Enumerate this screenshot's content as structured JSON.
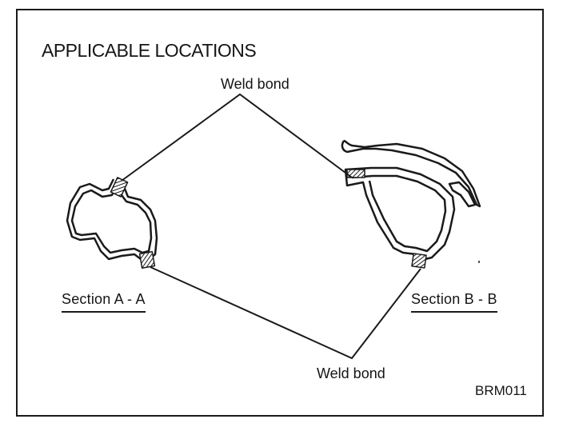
{
  "figure": {
    "title": "APPLICABLE LOCATIONS",
    "weld_label_top": "Weld bond",
    "weld_label_bottom": "Weld bond",
    "section_a_label": "Section A - A",
    "section_b_label": "Section B - B",
    "figure_code": "BRM011"
  },
  "colors": {
    "line": "#1a1a1a",
    "background": "#ffffff",
    "weld_hatch": "#1a1a1a"
  }
}
